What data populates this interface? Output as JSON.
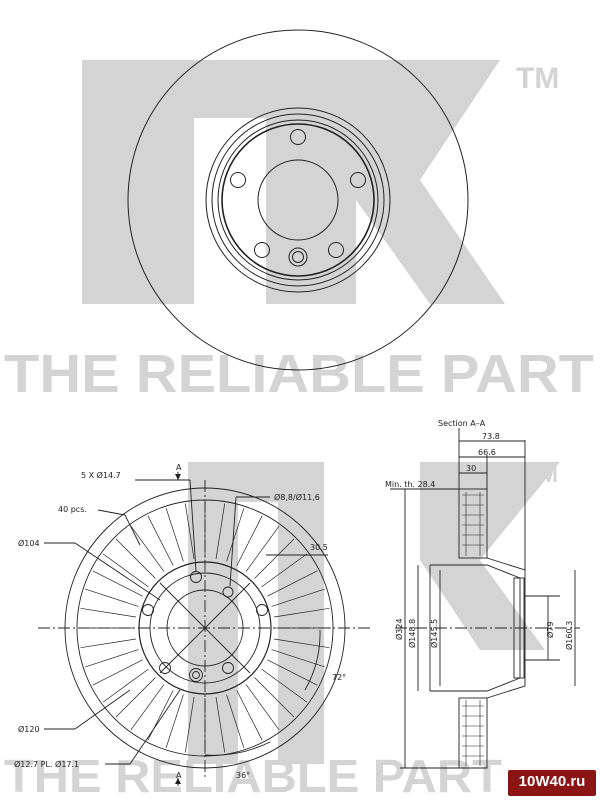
{
  "watermark": {
    "brand": "nk",
    "trademark": "TM",
    "tagline": "THE RELIABLE PART"
  },
  "section_view": {
    "title": "Section A–A",
    "min_thickness": "Min. th. 28.4",
    "width_overall": "73.8",
    "width_hat": "66.6",
    "width_disc": "30",
    "dia_324": "Ø324",
    "dia_148_8": "Ø148.8",
    "dia_145_5": "Ø145.5",
    "dia_79": "Ø79",
    "dia_160_3": "Ø160.3"
  },
  "front_view": {
    "bolt_holes": "5 X Ø14.7",
    "section_mark": "A",
    "vanes": "40 pcs.",
    "pin_holes": "Ø8,8/Ø11,6",
    "dia_104": "Ø104",
    "dim_30_5": "30.5",
    "angle_72": "72°",
    "dia_120": "Ø120",
    "pcd": "Ø12.7 PL. Ø17.1",
    "angle_36": "36°"
  },
  "badge": {
    "label": "10W40.ru"
  },
  "colors": {
    "watermark": "#d4d4d4",
    "line": "#222222",
    "badge": "#8b1414"
  }
}
